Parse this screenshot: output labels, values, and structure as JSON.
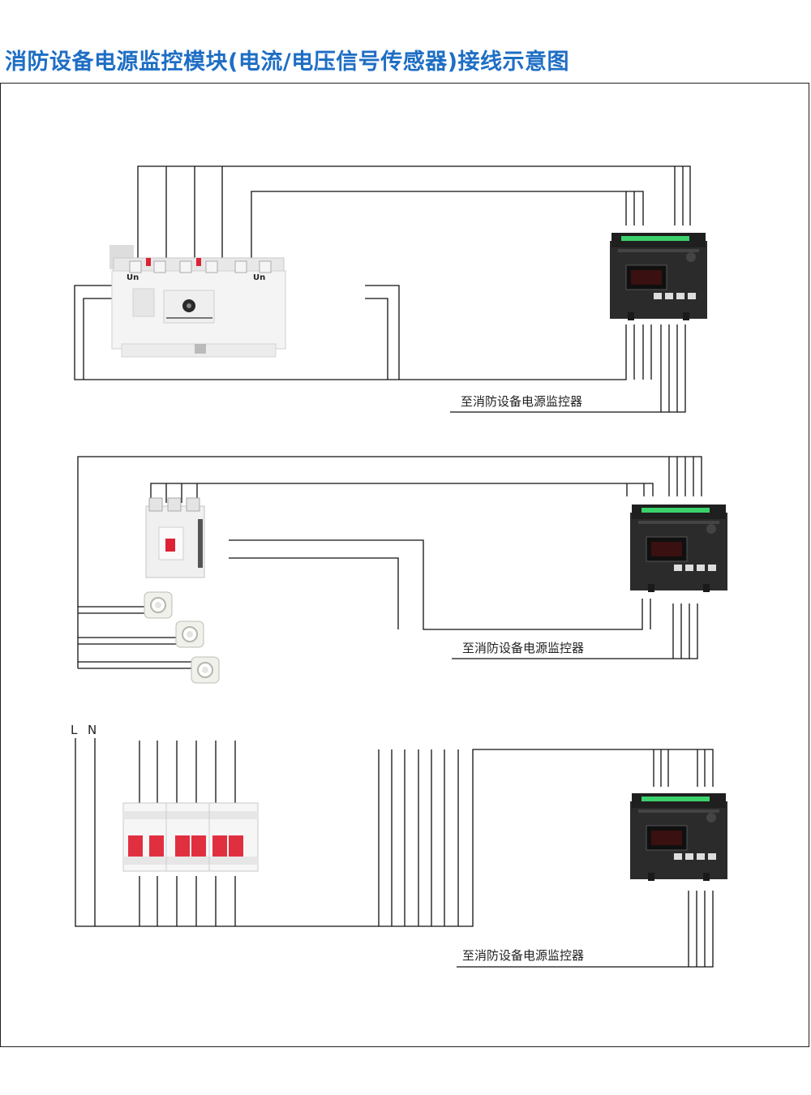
{
  "title": "消防设备电源监控模块(电流/电压信号传感器)接线示意图",
  "diagrams": [
    {
      "destination_label": "至消防设备电源监控器"
    },
    {
      "destination_label": "至消防设备电源监控器"
    },
    {
      "destination_label": "至消防设备电源监控器",
      "supply_labels": [
        "L",
        "N"
      ]
    }
  ],
  "ats_device": {
    "left_label": "Un",
    "right_label": "Un"
  },
  "colors": {
    "title": "#1e6ec4",
    "module_body": "#2b2b2b",
    "led_strip": "#3bd16b",
    "breaker_handle": "#e03040"
  }
}
